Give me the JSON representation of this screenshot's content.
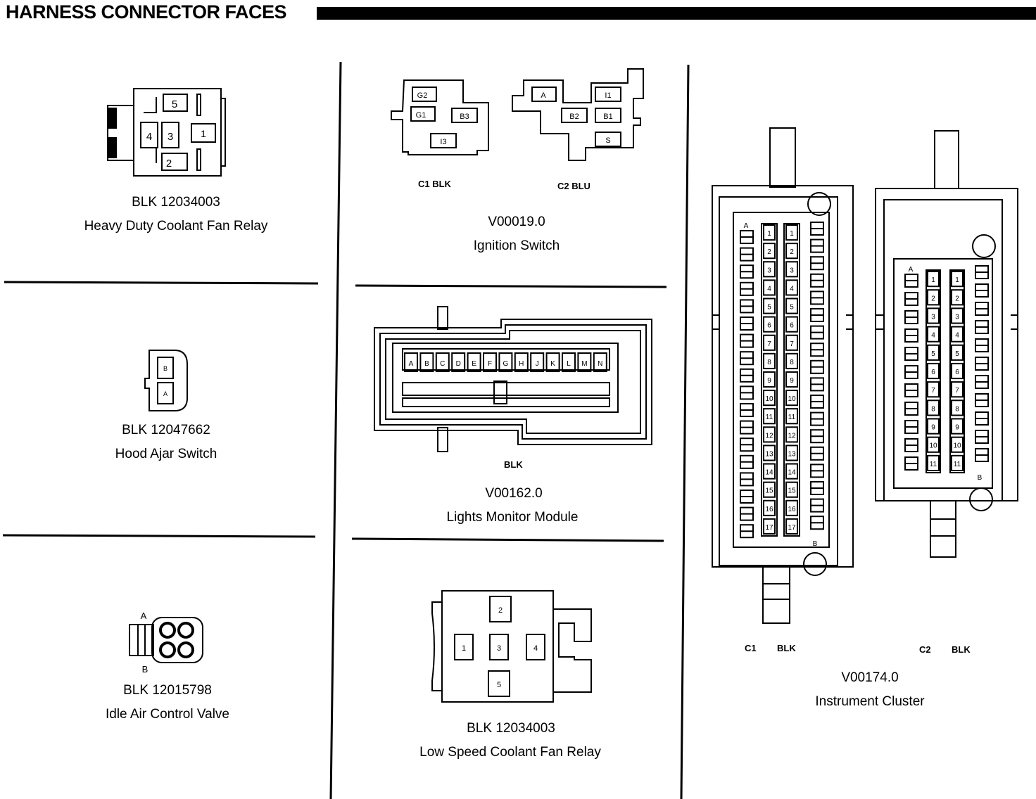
{
  "header": {
    "title": "HARNESS CONNECTOR FACES"
  },
  "connectors": {
    "heavy_duty_relay": {
      "part": "BLK 12034003",
      "name": "Heavy Duty Coolant Fan Relay",
      "pins": [
        "5",
        "4",
        "3",
        "1",
        "2"
      ]
    },
    "hood_ajar": {
      "part": "BLK 12047662",
      "name": "Hood Ajar Switch",
      "pins": [
        "B",
        "A"
      ]
    },
    "idle_air": {
      "part": "BLK 12015798",
      "name": "Idle Air Control Valve",
      "pins": [
        "A",
        "B"
      ]
    },
    "ignition": {
      "code": "V00019.0",
      "name": "Ignition Switch",
      "c1_label": "C1  BLK",
      "c2_label": "C2  BLU",
      "c1_pins": [
        "G2",
        "G1",
        "B3",
        "I3"
      ],
      "c2_pins": [
        "A",
        "I1",
        "B2",
        "B1",
        "S"
      ]
    },
    "lights_monitor": {
      "code": "V00162.0",
      "name": "Lights Monitor Module",
      "color": "BLK",
      "pins": [
        "A",
        "B",
        "C",
        "D",
        "E",
        "F",
        "G",
        "H",
        "J",
        "K",
        "L",
        "M",
        "N"
      ]
    },
    "low_speed_relay": {
      "part": "BLK 12034003",
      "name": "Low Speed Coolant Fan Relay",
      "pins": [
        "2",
        "1",
        "3",
        "4",
        "5"
      ]
    },
    "instrument_cluster": {
      "code": "V00174.0",
      "name": "Instrument Cluster",
      "c1_label": "C1",
      "c1_color": "BLK",
      "c2_label": "C2",
      "c2_color": "BLK",
      "c1_pin_a": "A",
      "c1_pin_b": "B",
      "c2_pin_a": "A",
      "c2_pin_b": "B",
      "c1_pins": [
        "1",
        "2",
        "3",
        "4",
        "5",
        "6",
        "7",
        "8",
        "9",
        "10",
        "11",
        "12",
        "13",
        "14",
        "15",
        "16",
        "17"
      ],
      "c2_pins": [
        "1",
        "2",
        "3",
        "4",
        "5",
        "6",
        "7",
        "8",
        "9",
        "10",
        "11"
      ]
    }
  }
}
